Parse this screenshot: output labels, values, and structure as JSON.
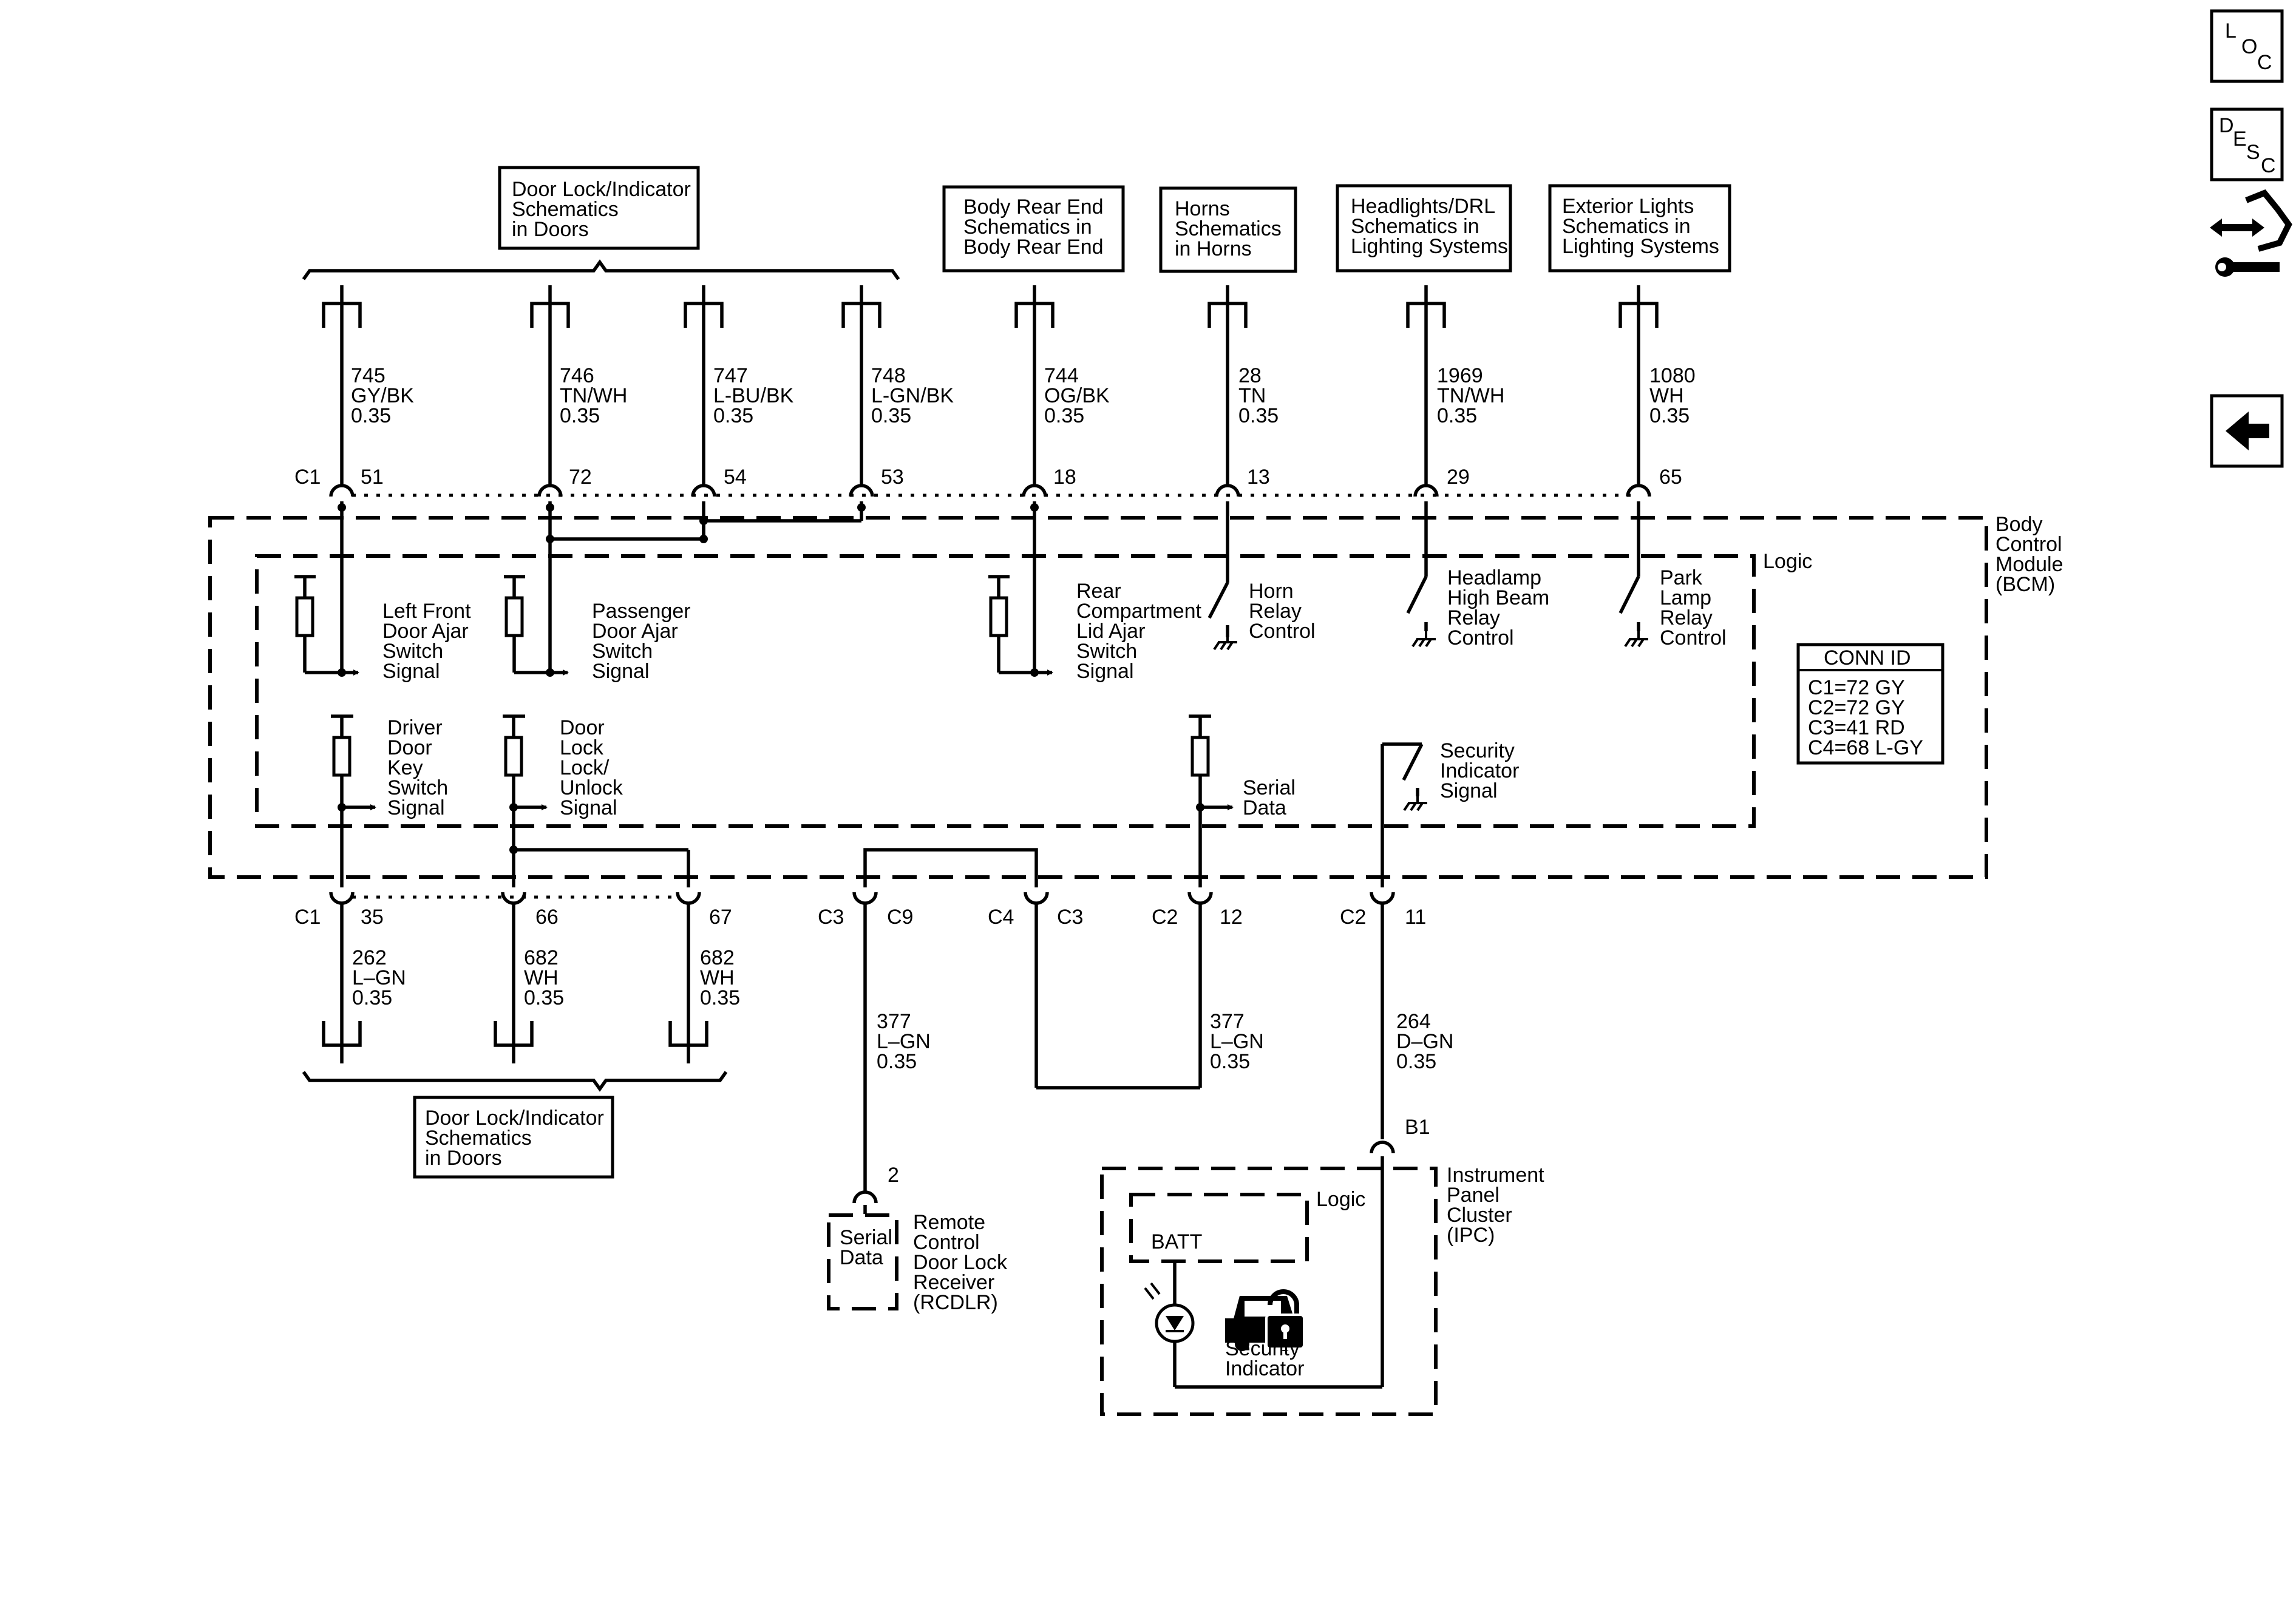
{
  "refs_top": {
    "door_lock": [
      "Door Lock/Indicator",
      "Schematics",
      "in Doors"
    ],
    "body_rear": [
      "Body Rear End",
      "Schematics in",
      "Body Rear End"
    ],
    "horns": [
      "Horns",
      "Schematics",
      "in Horns"
    ],
    "headlights": [
      "Headlights/DRL",
      "Schematics in",
      "Lighting Systems"
    ],
    "exterior": [
      "Exterior Lights",
      "Schematics in",
      "Lighting Systems"
    ]
  },
  "refs_bottom": {
    "door_lock": [
      "Door Lock/Indicator",
      "Schematics",
      "in Doors"
    ]
  },
  "wires_top": [
    {
      "circuit": "745",
      "color": "GY/BK",
      "gauge": "0.35",
      "pin": "51"
    },
    {
      "circuit": "746",
      "color": "TN/WH",
      "gauge": "0.35",
      "pin": "72"
    },
    {
      "circuit": "747",
      "color": "L-BU/BK",
      "gauge": "0.35",
      "pin": "54"
    },
    {
      "circuit": "748",
      "color": "L-GN/BK",
      "gauge": "0.35",
      "pin": "53"
    },
    {
      "circuit": "744",
      "color": "OG/BK",
      "gauge": "0.35",
      "pin": "18"
    },
    {
      "circuit": "28",
      "color": "TN",
      "gauge": "0.35",
      "pin": "13"
    },
    {
      "circuit": "1969",
      "color": "TN/WH",
      "gauge": "0.35",
      "pin": "29"
    },
    {
      "circuit": "1080",
      "color": "WH",
      "gauge": "0.35",
      "pin": "65"
    }
  ],
  "wires_bottom": [
    {
      "circuit": "262",
      "color": "L–GN",
      "gauge": "0.35",
      "pin": "35"
    },
    {
      "circuit": "682",
      "color": "WH",
      "gauge": "0.35",
      "pin": "66"
    },
    {
      "circuit": "682",
      "color": "WH",
      "gauge": "0.35",
      "pin": "67"
    },
    {
      "circuit": "377",
      "color": "L–GN",
      "gauge": "0.35",
      "pin": "C9"
    },
    {
      "circuit": "377",
      "color": "L–GN",
      "gauge": "0.35",
      "pin": "12"
    },
    {
      "circuit": "264",
      "color": "D–GN",
      "gauge": "0.35",
      "pin": "11"
    }
  ],
  "connectors": {
    "c1_top": "C1",
    "c1_bottom": "C1",
    "c3": "C3",
    "c4": "C4",
    "c4_pin": "C3",
    "c2_serial": "C2",
    "c2_security": "C2",
    "rcdlr_pin": "2",
    "ipc_pin": "B1"
  },
  "bcm": {
    "name": [
      "Body",
      "Control",
      "Module",
      "(BCM)"
    ],
    "logic": "Logic",
    "signals": {
      "lf_door_ajar": [
        "Left Front",
        "Door Ajar",
        "Switch",
        "Signal"
      ],
      "pass_door_ajar": [
        "Passenger",
        "Door Ajar",
        "Switch",
        "Signal"
      ],
      "rear_compartment": [
        "Rear",
        "Compartment",
        "Lid Ajar",
        "Switch",
        "Signal"
      ],
      "horn_relay": [
        "Horn",
        "Relay",
        "Control"
      ],
      "headlamp_relay": [
        "Headlamp",
        "High Beam",
        "Relay",
        "Control"
      ],
      "park_lamp_relay": [
        "Park",
        "Lamp",
        "Relay",
        "Control"
      ],
      "driver_key": [
        "Driver",
        "Door",
        "Key",
        "Switch",
        "Signal"
      ],
      "door_lock_unlock": [
        "Door",
        "Lock",
        "Lock/",
        "Unlock",
        "Signal"
      ],
      "serial_data": [
        "Serial",
        "Data"
      ],
      "security_indicator": [
        "Security",
        "Indicator",
        "Signal"
      ]
    },
    "conn_id": {
      "title": "CONN ID",
      "rows": [
        "C1=72 GY",
        "C2=72 GY",
        "C3=41 RD",
        "C4=68 L-GY"
      ]
    }
  },
  "rcdlr": {
    "serial_data": [
      "Serial",
      "Data"
    ],
    "name": [
      "Remote",
      "Control",
      "Door Lock",
      "Receiver",
      "(RCDLR)"
    ]
  },
  "ipc": {
    "name": [
      "Instrument",
      "Panel",
      "Cluster",
      "(IPC)"
    ],
    "logic": "Logic",
    "batt": "BATT",
    "security_indicator": [
      "Security",
      "Indicator"
    ]
  },
  "nav": {
    "loc": [
      "L",
      "O",
      "C"
    ],
    "desc": [
      "D",
      "E",
      "S",
      "C"
    ]
  }
}
